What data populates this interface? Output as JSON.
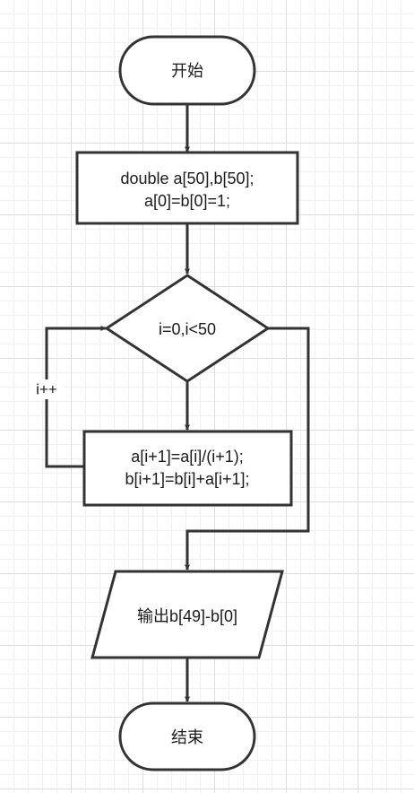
{
  "nodes": {
    "start": {
      "label": "开始"
    },
    "init": {
      "lines": [
        "double a[50],b[50];",
        "a[0]=b[0]=1;"
      ]
    },
    "condition": {
      "label": "i=0,i<50"
    },
    "body": {
      "lines": [
        "a[i+1]=a[i]/(i+1);",
        "b[i+1]=b[i]+a[i+1];"
      ]
    },
    "output": {
      "label": "输出b[49]-b[0]"
    },
    "end": {
      "label": "结束"
    }
  },
  "edges": {
    "loop_label": "i++"
  },
  "colors": {
    "stroke": "#333333",
    "fill": "#ffffff",
    "grid": "#dcdcdc"
  }
}
